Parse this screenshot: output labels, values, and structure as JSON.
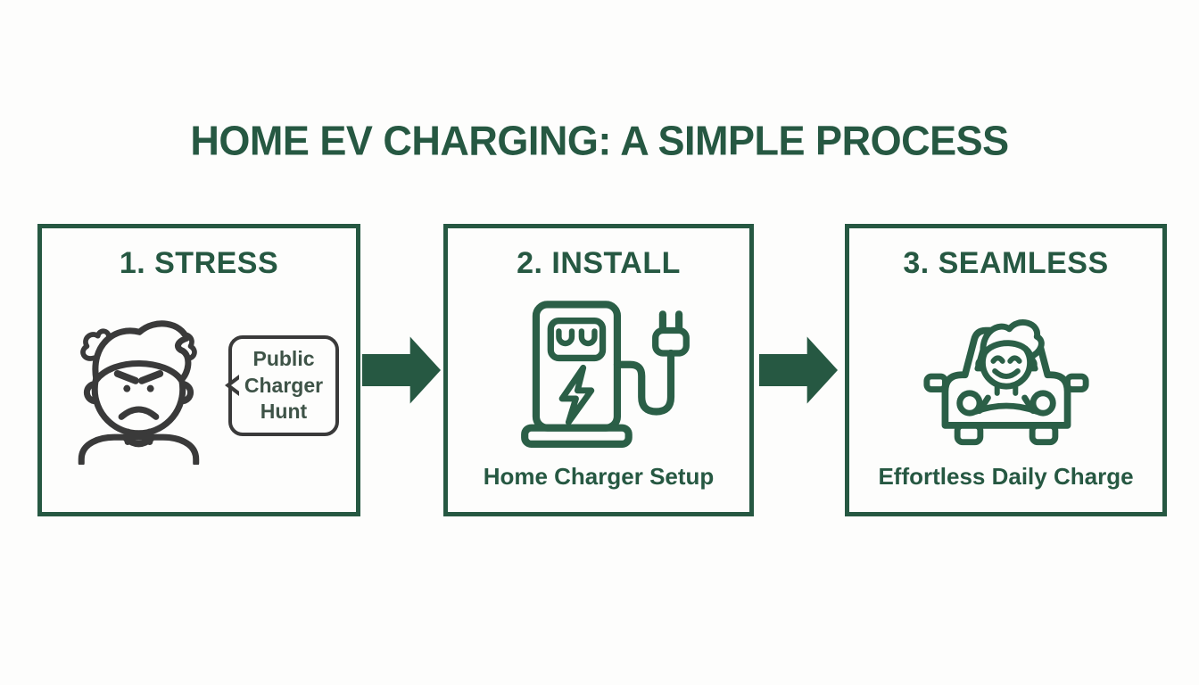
{
  "title": "HOME EV CHARGING: A SIMPLE PROCESS",
  "colors": {
    "accent_green": "#265842",
    "icon_green": "#2b5f47",
    "icon_gray": "#3a3a3a",
    "bubble_text": "#3e5347",
    "background": "#fdfdfc"
  },
  "steps": [
    {
      "heading": "1. STRESS",
      "icon": "angry-person-icon",
      "bubble_lines": [
        "Public",
        "Charger",
        "Hunt"
      ]
    },
    {
      "heading": "2. INSTALL",
      "icon": "ev-home-charger-icon",
      "caption": "Home Charger Setup"
    },
    {
      "heading": "3. SEAMLESS",
      "icon": "smiling-driver-car-icon",
      "caption": "Effortless Daily Charge"
    }
  ],
  "connectors": [
    {
      "icon": "arrow-right-icon"
    },
    {
      "icon": "arrow-right-icon"
    }
  ]
}
